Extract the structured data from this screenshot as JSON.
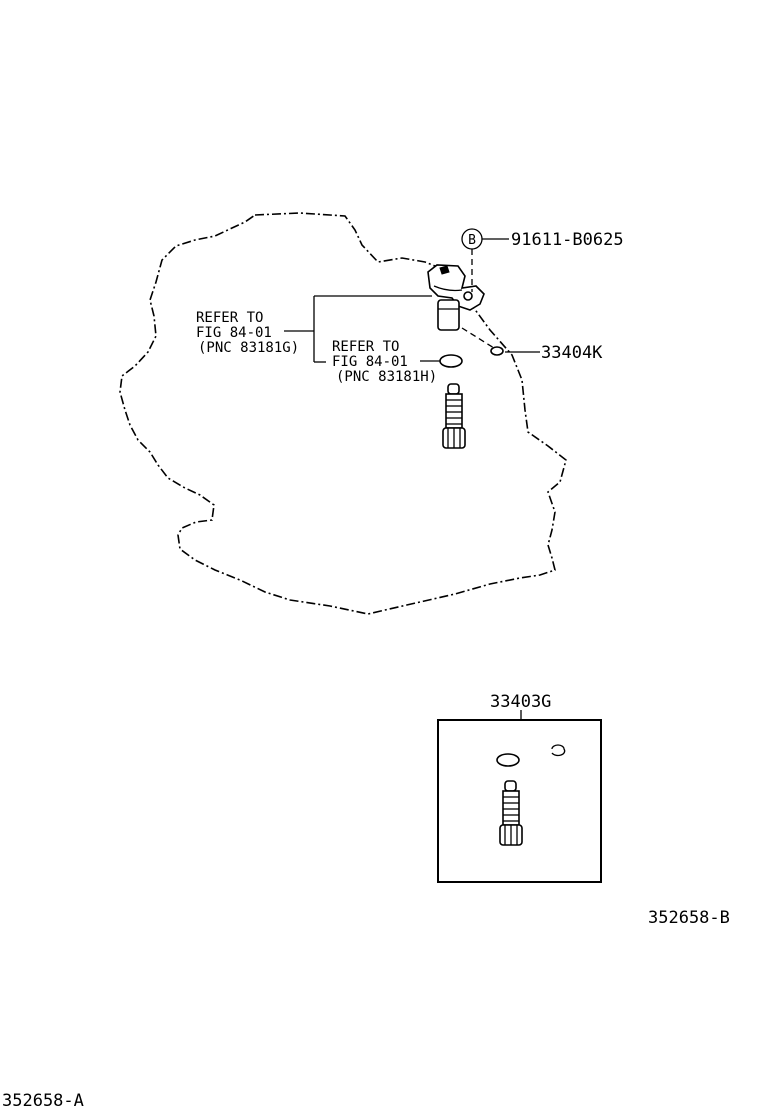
{
  "labels": {
    "refer_1_line1": "REFER TO",
    "refer_1_line2": "FIG 84-01",
    "refer_1_line3": "(PNC 83181G)",
    "refer_2_line1": "REFER TO",
    "refer_2_line2": "FIG 84-01",
    "refer_2_line3": "(PNC 83181H)",
    "bolt_callout_letter": "B",
    "bolt_part_number": "91611-B0625",
    "oring_part_number": "33404K",
    "kit_part_number": "33403G",
    "ref_code_b": "352658-B",
    "ref_code_a": "352658-A"
  }
}
